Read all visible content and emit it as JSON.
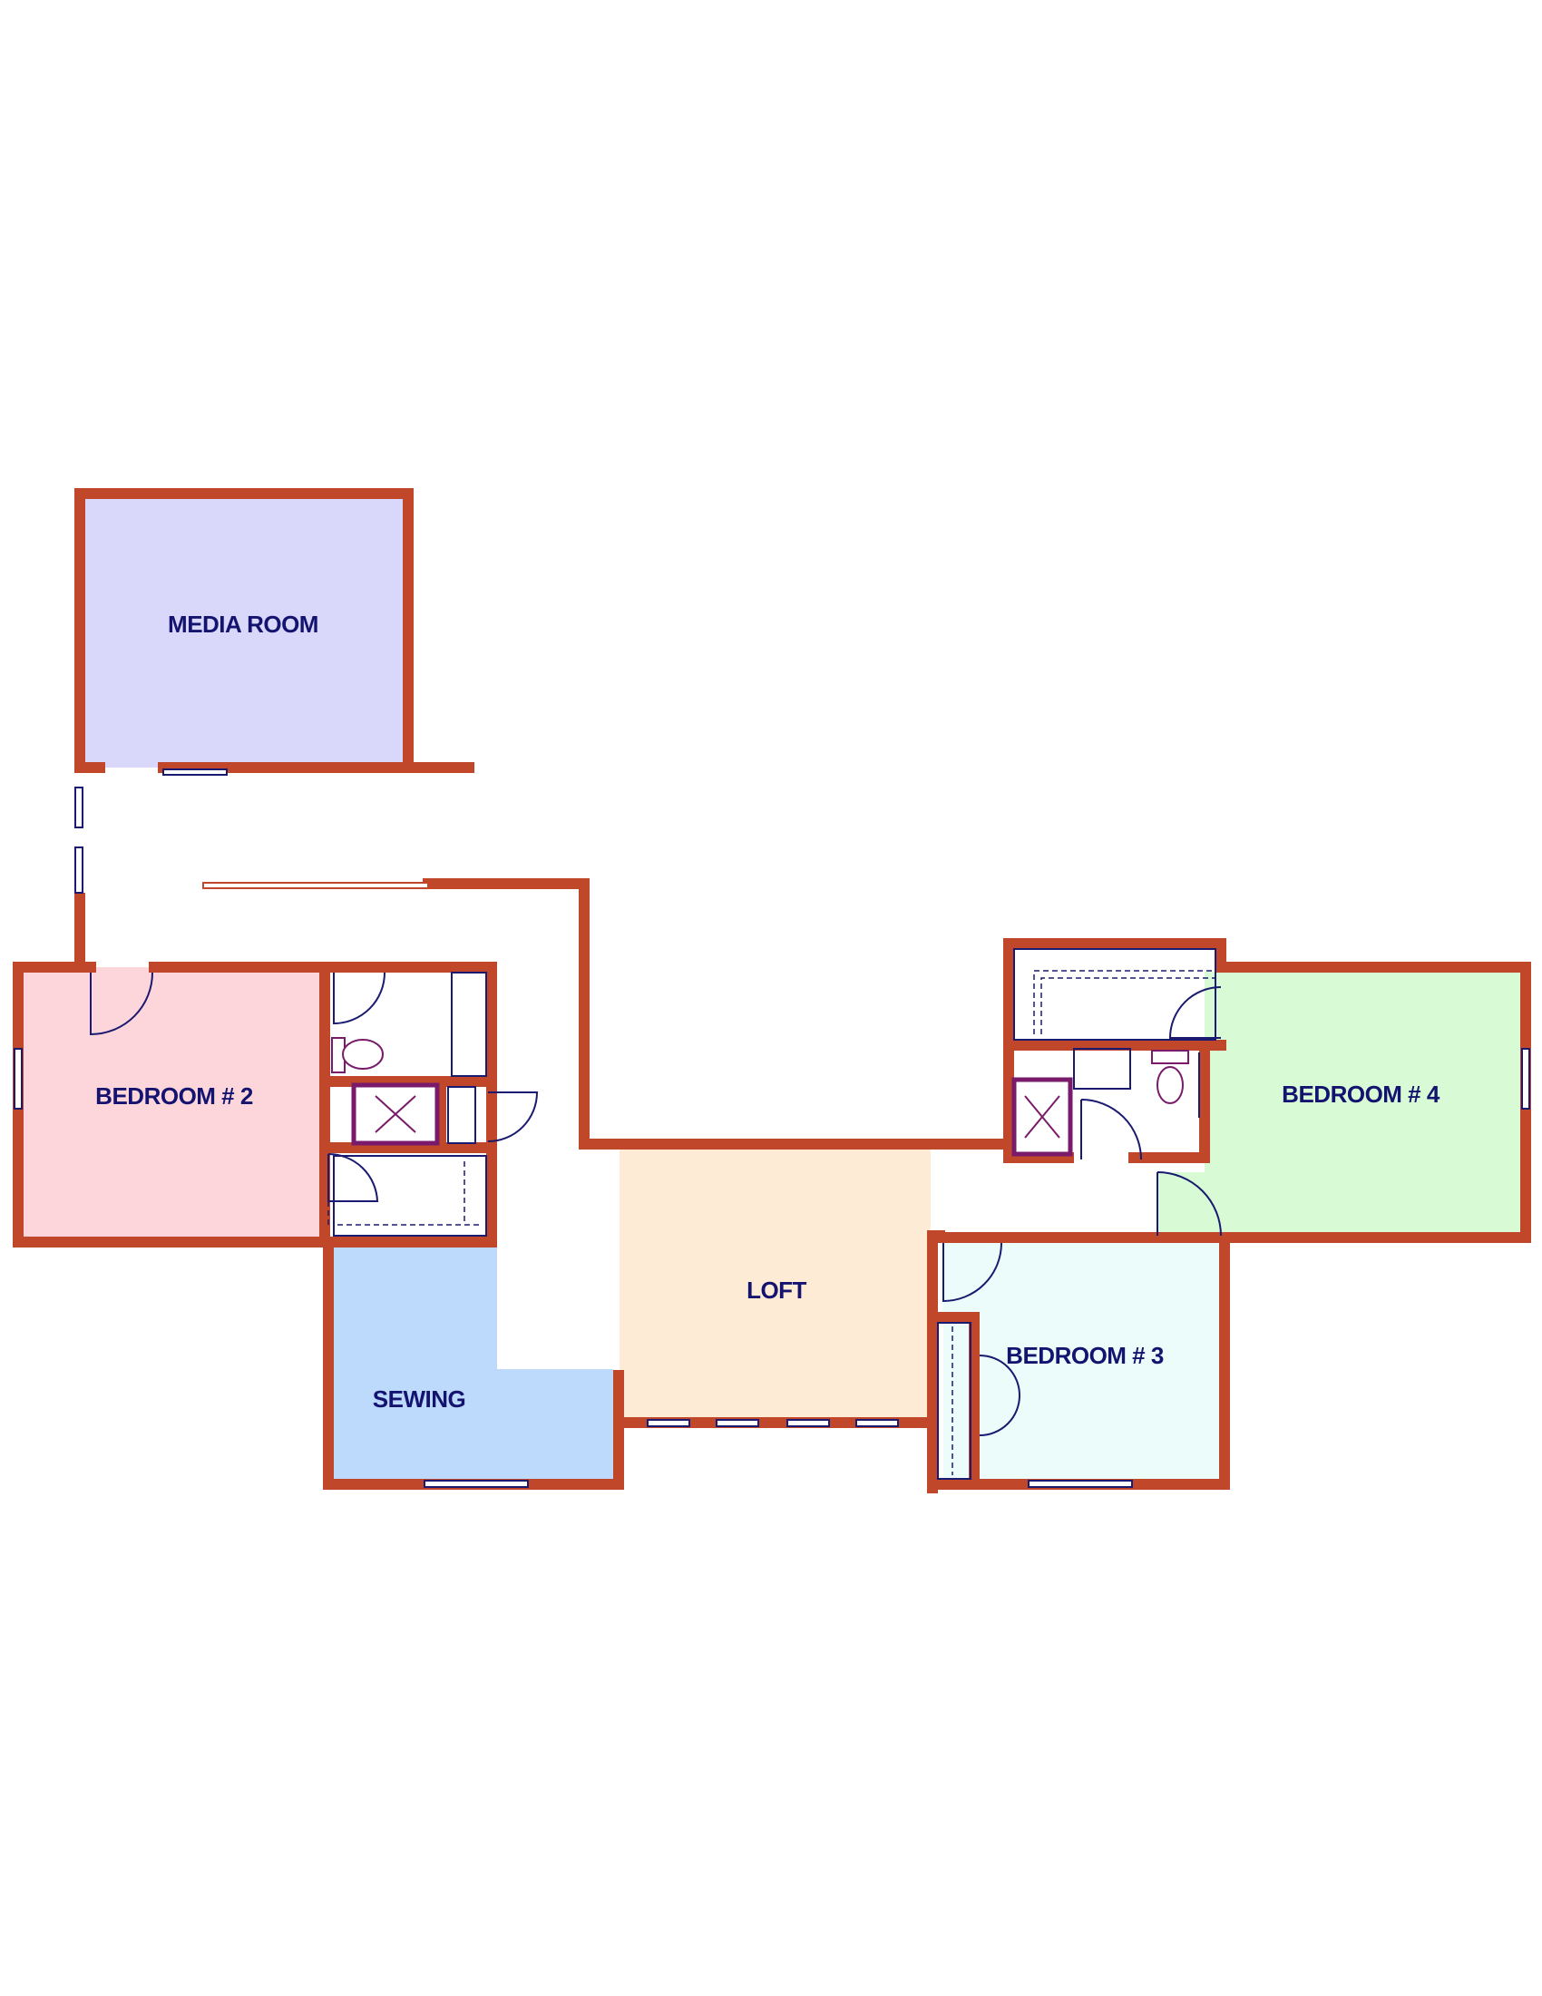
{
  "plan": {
    "rooms": [
      {
        "id": "media-room",
        "label": "MEDIA ROOM",
        "fill": "#d9d8fb"
      },
      {
        "id": "bedroom-2",
        "label": "BEDROOM # 2",
        "fill": "#fcd6da"
      },
      {
        "id": "sewing",
        "label": "SEWING",
        "fill": "#bddafc"
      },
      {
        "id": "loft",
        "label": "LOFT",
        "fill": "#fdebd6"
      },
      {
        "id": "bedroom-3",
        "label": "BEDROOM # 3",
        "fill": "#ebfcfb"
      },
      {
        "id": "bedroom-4",
        "label": "BEDROOM # 4",
        "fill": "#d8fbd6"
      }
    ],
    "colors": {
      "wall": "#c0472a",
      "detail": "#1a1a70",
      "fixture": "#7a1a6a",
      "label": "#141470"
    }
  }
}
